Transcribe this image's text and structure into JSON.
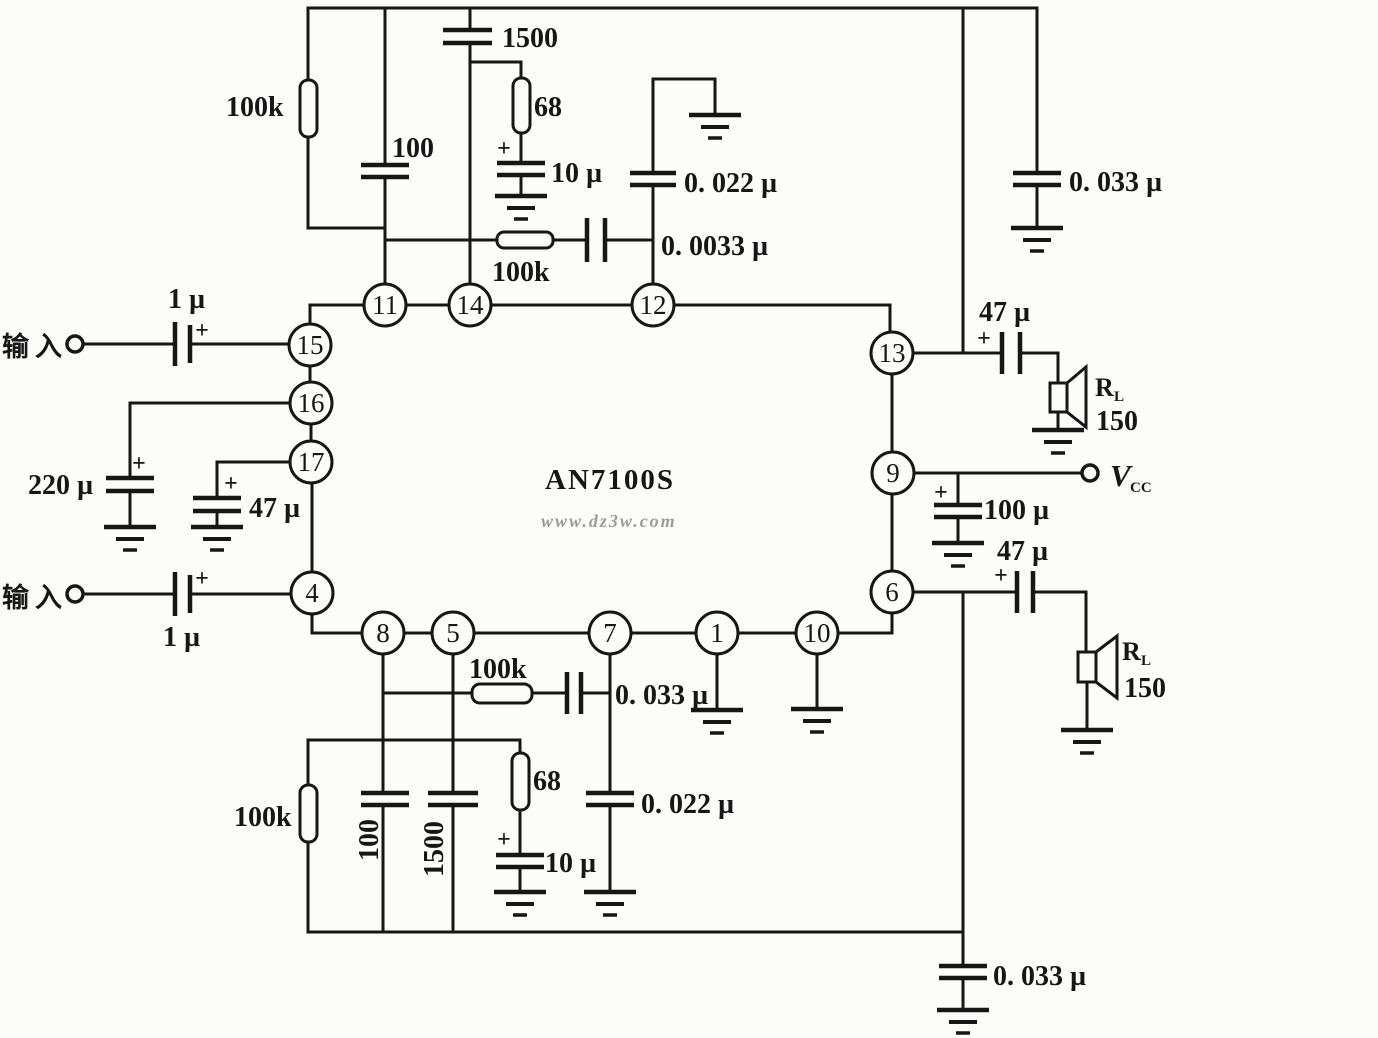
{
  "ic": {
    "part": "AN7100S"
  },
  "watermark": {
    "text": "www.dz3w.com"
  },
  "io": {
    "input_top": "输入",
    "input_bottom": "输入",
    "vcc": "V",
    "vcc_sub": "CC"
  },
  "symbols": {
    "plus": "+"
  },
  "pins": {
    "p11": "11",
    "p14": "14",
    "p12": "12",
    "p15": "15",
    "p16": "16",
    "p17": "17",
    "p13": "13",
    "p9": "9",
    "p4": "4",
    "p6": "6",
    "p8": "8",
    "p5": "5",
    "p7": "7",
    "p1": "1",
    "p10": "10"
  },
  "components": {
    "r100k_top_left": "100k",
    "c1500_top": "1500",
    "c100_top": "100",
    "r68_top": "68",
    "c10u_top": "10 µ",
    "c0022u_top": "0. 022 µ",
    "c00033u_top": "0. 0033 µ",
    "r100k_top_mid": "100k",
    "c0033u_top_right": "0. 033 µ",
    "c1u_top": "1 µ",
    "c220u": "220 µ",
    "c47u_left": "47 µ",
    "c1u_bottom": "1 µ",
    "c47u_out_top": "47 µ",
    "spk_top_name": "R",
    "spk_top_sub": "L",
    "spk_top_value": "150",
    "c100u": "100 µ",
    "c47u_out_bottom": "47 µ",
    "spk_bottom_name": "R",
    "spk_bottom_sub": "L",
    "spk_bottom_value": "150",
    "c0033u_bottom_right": "0. 033 µ",
    "r100k_bottom_mid": "100k",
    "c0033u_bottom_mid": "0. 033 µ",
    "r68_bottom": "68",
    "c10u_bottom": "10 µ",
    "c0022u_bottom": "0. 022 µ",
    "r100k_bottom_left": "100k",
    "c100_bottom": "100",
    "c1500_bottom": "1500"
  }
}
